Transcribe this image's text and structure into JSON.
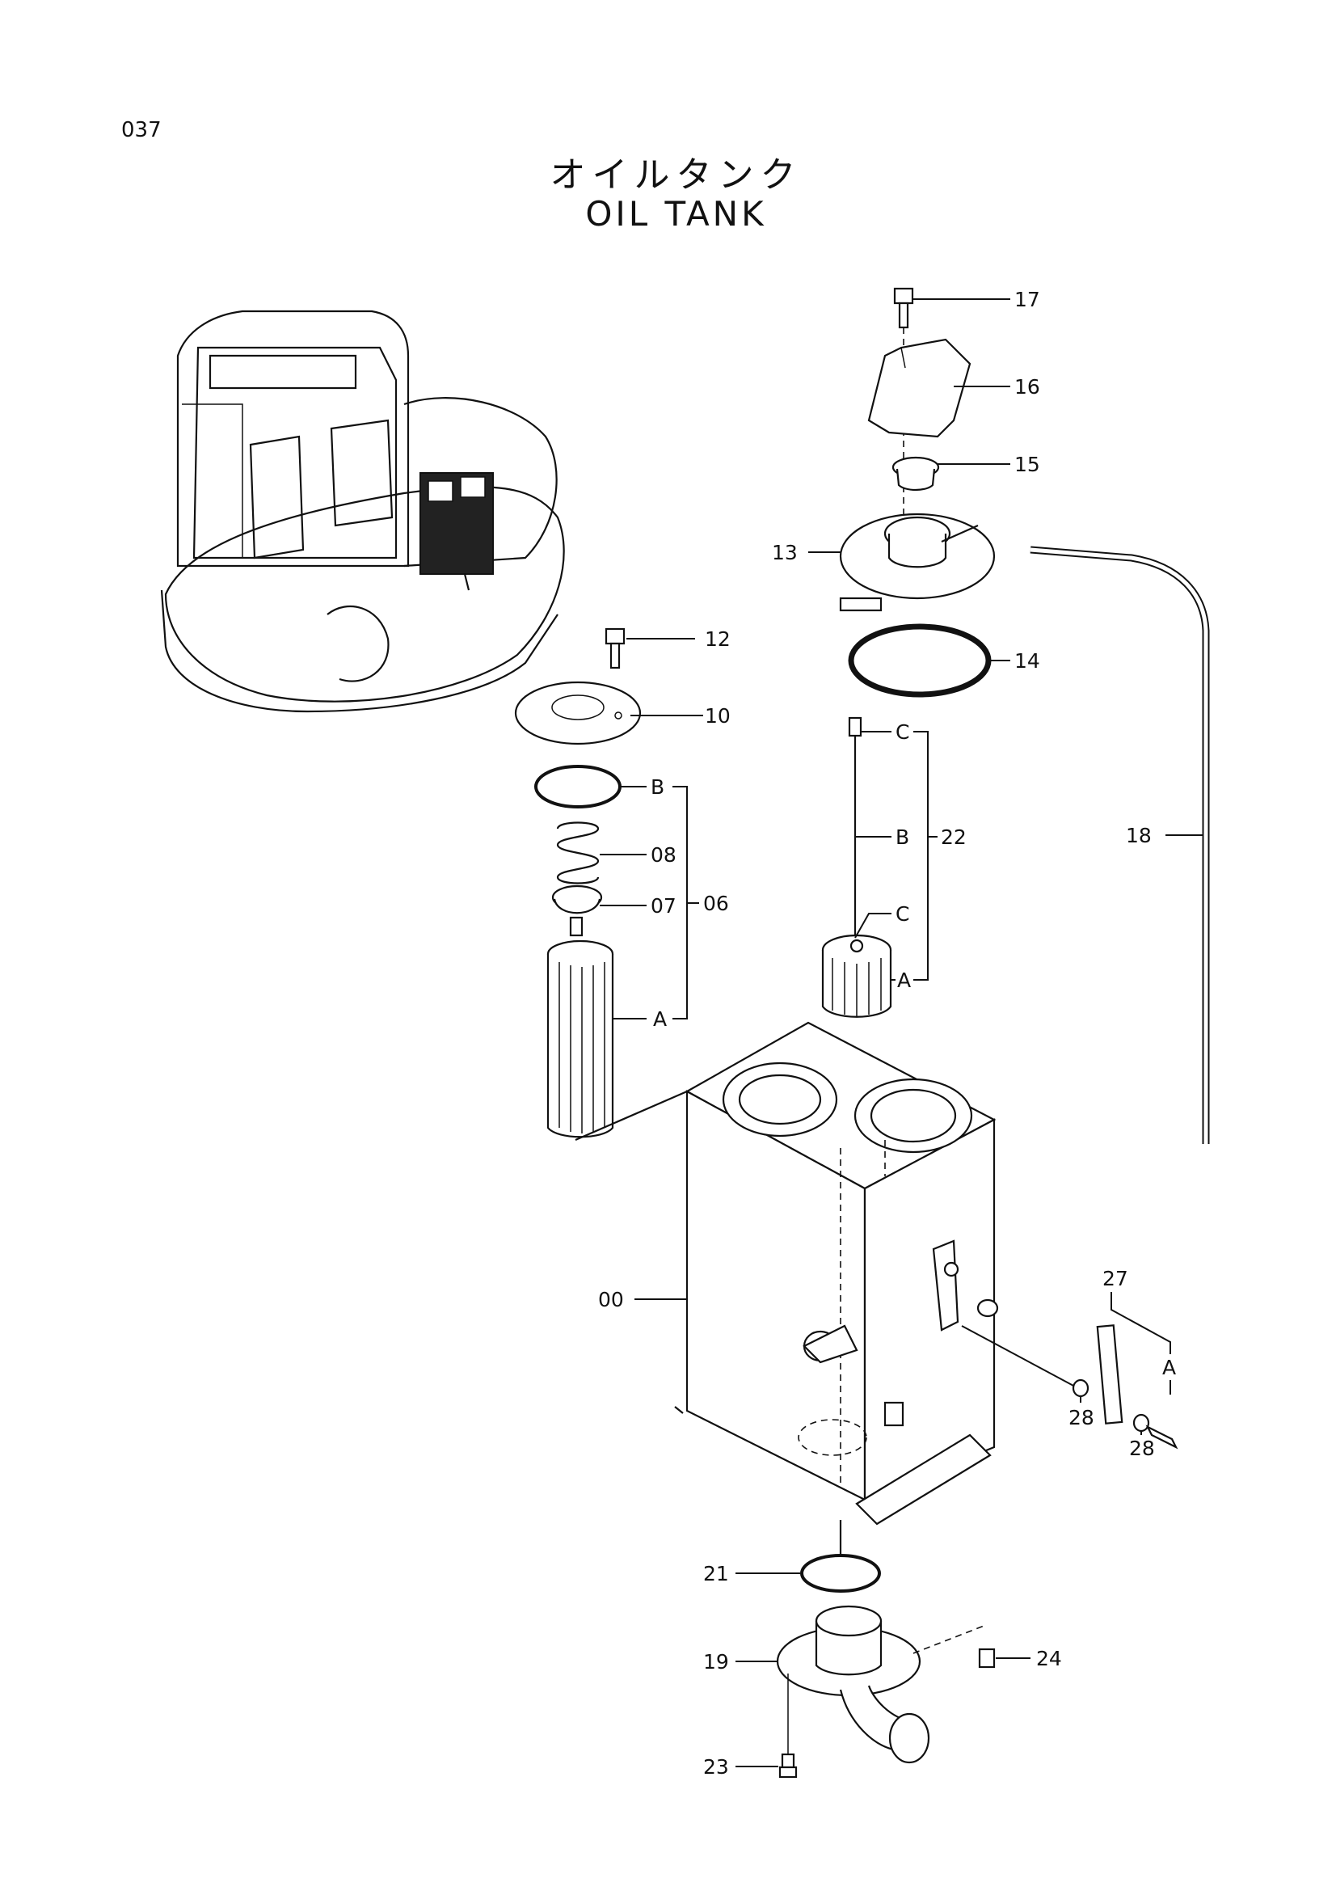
{
  "page": {
    "number": "037",
    "title_jp": "オイルタンク",
    "title_en": "OIL  TANK"
  },
  "callouts": {
    "c00": "00",
    "c06": "06",
    "c07": "07",
    "c08": "08",
    "c10": "10",
    "c12": "12",
    "c13": "13",
    "c14": "14",
    "c15": "15",
    "c16": "16",
    "c17": "17",
    "c18": "18",
    "c19": "19",
    "c21": "21",
    "c22": "22",
    "c23": "23",
    "c24": "24",
    "c27": "27",
    "c28a": "28",
    "c28b": "28"
  },
  "sub_refs": {
    "filter_b": "B",
    "filter_a": "A",
    "rod_c_top": "C",
    "rod_b": "B",
    "rod_c_bottom": "C",
    "rod_a": "A",
    "gauge_a": "A"
  }
}
